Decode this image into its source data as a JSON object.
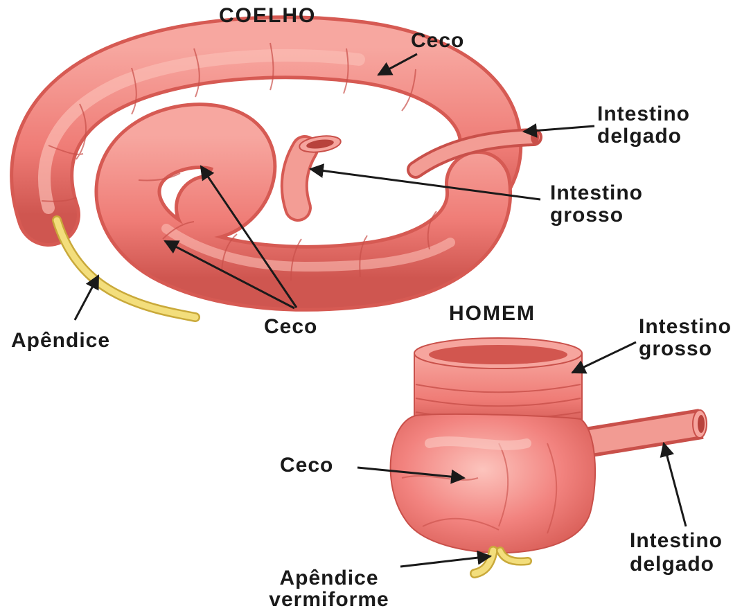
{
  "rabbit": {
    "title": "COELHO",
    "labels": {
      "ceco_top": "Ceco",
      "intestino_delgado_1": "Intestino",
      "intestino_delgado_2": "delgado",
      "intestino_grosso_1": "Intestino",
      "intestino_grosso_2": "grosso",
      "ceco_bottom": "Ceco",
      "apendice": "Apêndice"
    }
  },
  "human": {
    "title": "HOMEM",
    "labels": {
      "intestino_grosso_1": "Intestino",
      "intestino_grosso_2": "grosso",
      "ceco": "Ceco",
      "intestino_delgado_1": "Intestino",
      "intestino_delgado_2": "delgado",
      "apendice_1": "Apêndice",
      "apendice_2": "vermiforme"
    }
  },
  "colors": {
    "tissue": "#f2837f",
    "tissue_light": "#fbb4ad",
    "tissue_dark": "#d2564f",
    "appendix": "#f0d66a",
    "appendix_dark": "#c9a93a",
    "arrow": "#1a1a1a"
  }
}
